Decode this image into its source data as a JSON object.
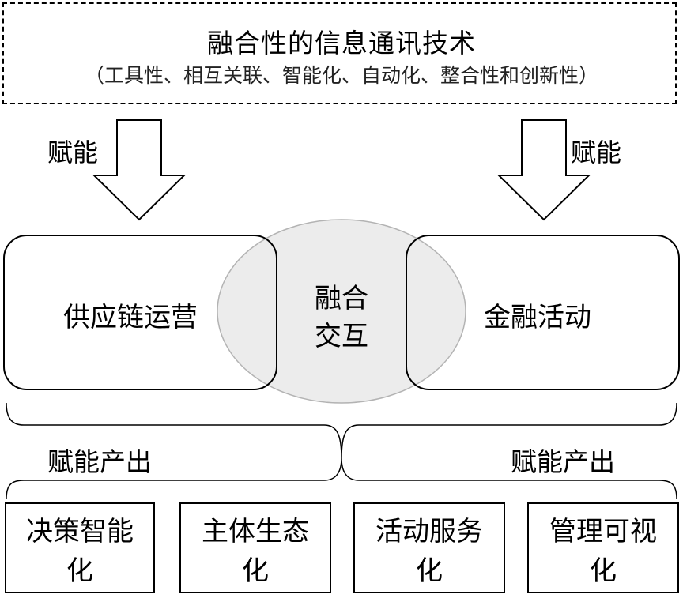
{
  "header": {
    "title": "融合性的信息通讯技术",
    "subtitle": "（工具性、相互关联、智能化、自动化、整合性和创新性）"
  },
  "empower": {
    "left": "赋能",
    "right": "赋能"
  },
  "center": {
    "supply_chain": "供应链运营",
    "finance": "金融活动",
    "fusion_line1": "融合",
    "fusion_line2": "交互"
  },
  "output": {
    "left": "赋能产出",
    "right": "赋能产出"
  },
  "results": [
    {
      "line1": "决策智能",
      "line2": "化"
    },
    {
      "line1": "主体生态",
      "line2": "化"
    },
    {
      "line1": "活动服务",
      "line2": "化"
    },
    {
      "line1": "管理可视",
      "line2": "化"
    }
  ],
  "colors": {
    "stroke": "#000000",
    "ellipse_fill": "#ececec",
    "ellipse_stroke": "#b3b3b3",
    "background": "#ffffff"
  }
}
